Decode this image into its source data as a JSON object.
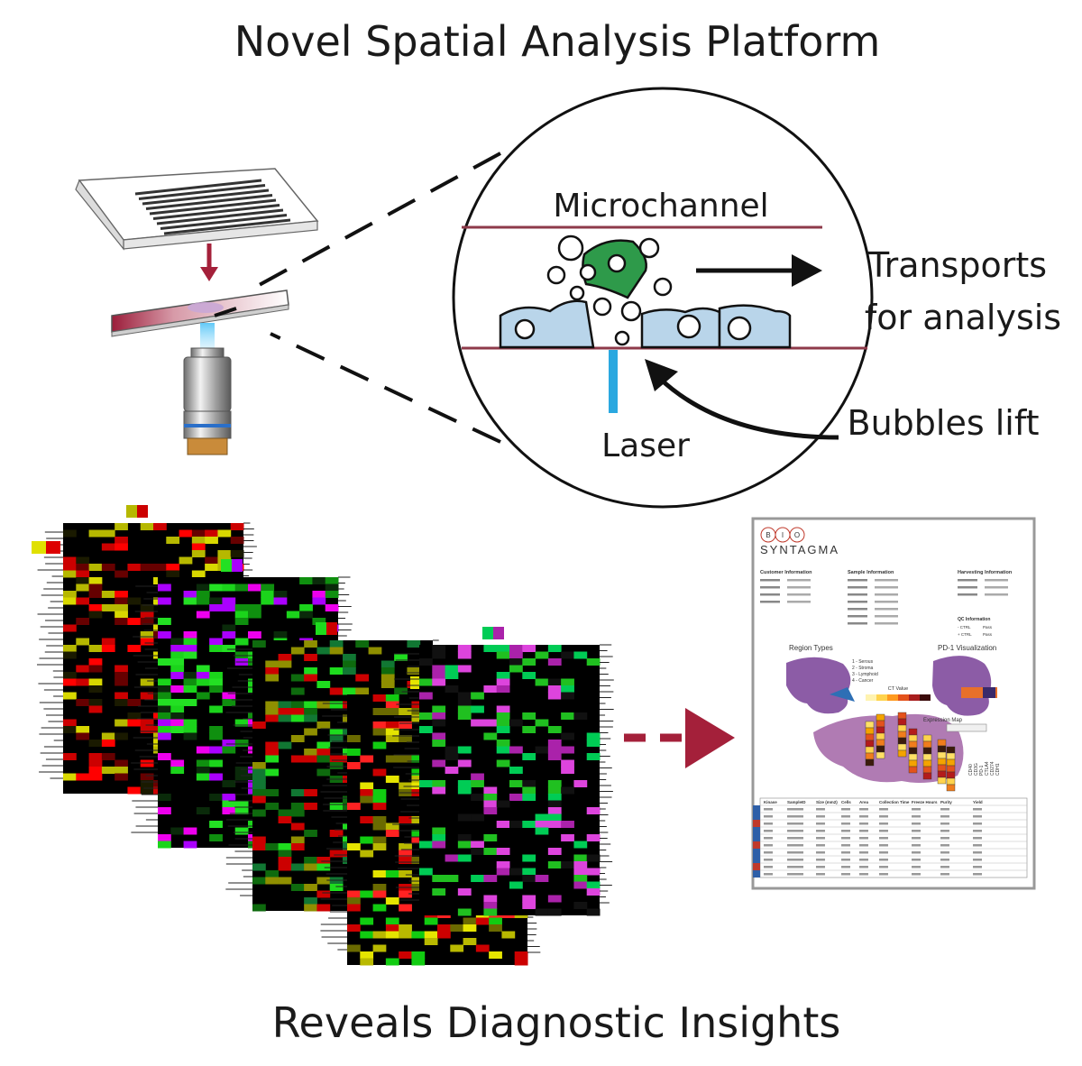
{
  "title": "Novel Spatial Analysis Platform",
  "footer": "Reveals Diagnostic Insights",
  "labels": {
    "microchannel": "Microchannel",
    "transports_line1": "Transports",
    "transports_line2": "for analysis",
    "bubbles": "Bubbles lift",
    "laser": "Laser"
  },
  "report": {
    "logo_letters": [
      "B",
      "I",
      "O"
    ],
    "brand": "SYNTAGMA",
    "sections": {
      "customer": "Customer Information",
      "sample": "Sample Information",
      "harvesting": "Harvesting Information",
      "qc": "QC Information"
    },
    "qc_rows": [
      {
        "label": "- CTRL",
        "value": "Pass"
      },
      {
        "label": "+ CTRL",
        "value": "Pass"
      }
    ],
    "region_types_title": "Region Types",
    "legend_items": [
      "1 - Serous",
      "2 - Stroma",
      "3 - Lymphoid",
      "4 - Cancer"
    ],
    "pd1_title": "PD-1 Visualization",
    "ct_value_label": "CT Value",
    "expression_map_label": "Expression Map",
    "gene_labels": [
      "CD40",
      "CD3G",
      "PD-1",
      "CTLA4",
      "CD274",
      "CDH1"
    ],
    "table_header": [
      "Kinase",
      "SampleID",
      "Size (mm2)",
      "Cells",
      "Area",
      "Collection Time",
      "Freeze Hours",
      "Purity",
      "Yield"
    ]
  },
  "colors": {
    "accent_red": "#a4203a",
    "channel_line": "#8e3a4a",
    "cell_fill": "#b9d5ea",
    "cell_green": "#2e9a4a",
    "laser_blue": "#2aa8e0"
  }
}
